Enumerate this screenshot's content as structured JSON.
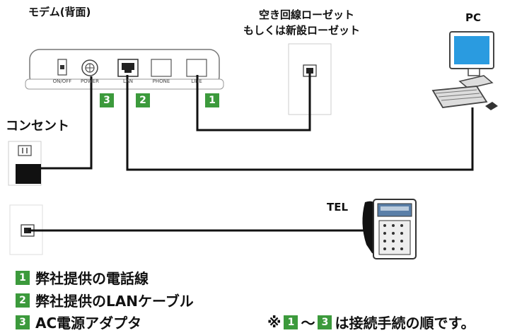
{
  "labels": {
    "modem": "モデム(背面)",
    "wall_jack_line1": "空き回線ローゼット",
    "wall_jack_line2": "もしくは新設ローゼット",
    "pc": "PC",
    "outlet": "コンセント",
    "tel": "TEL"
  },
  "modem_ports": {
    "onoff": "ON/OFF",
    "power": "POWER",
    "lan": "LAN",
    "phone": "PHONE",
    "line": "LINE"
  },
  "steps": [
    {
      "num": "1",
      "text": "弊社提供の電話線"
    },
    {
      "num": "2",
      "text": "弊社提供のLANケーブル"
    },
    {
      "num": "3",
      "text": "AC電源アダプタ"
    }
  ],
  "note": {
    "prefix": "※",
    "from": "1",
    "tilde": "〜",
    "to": "3",
    "suffix": "は接続手続の順です。"
  },
  "colors": {
    "badge_green": "#3c9a3c",
    "monitor_blue": "#2a9be0",
    "cable": "#111111"
  }
}
